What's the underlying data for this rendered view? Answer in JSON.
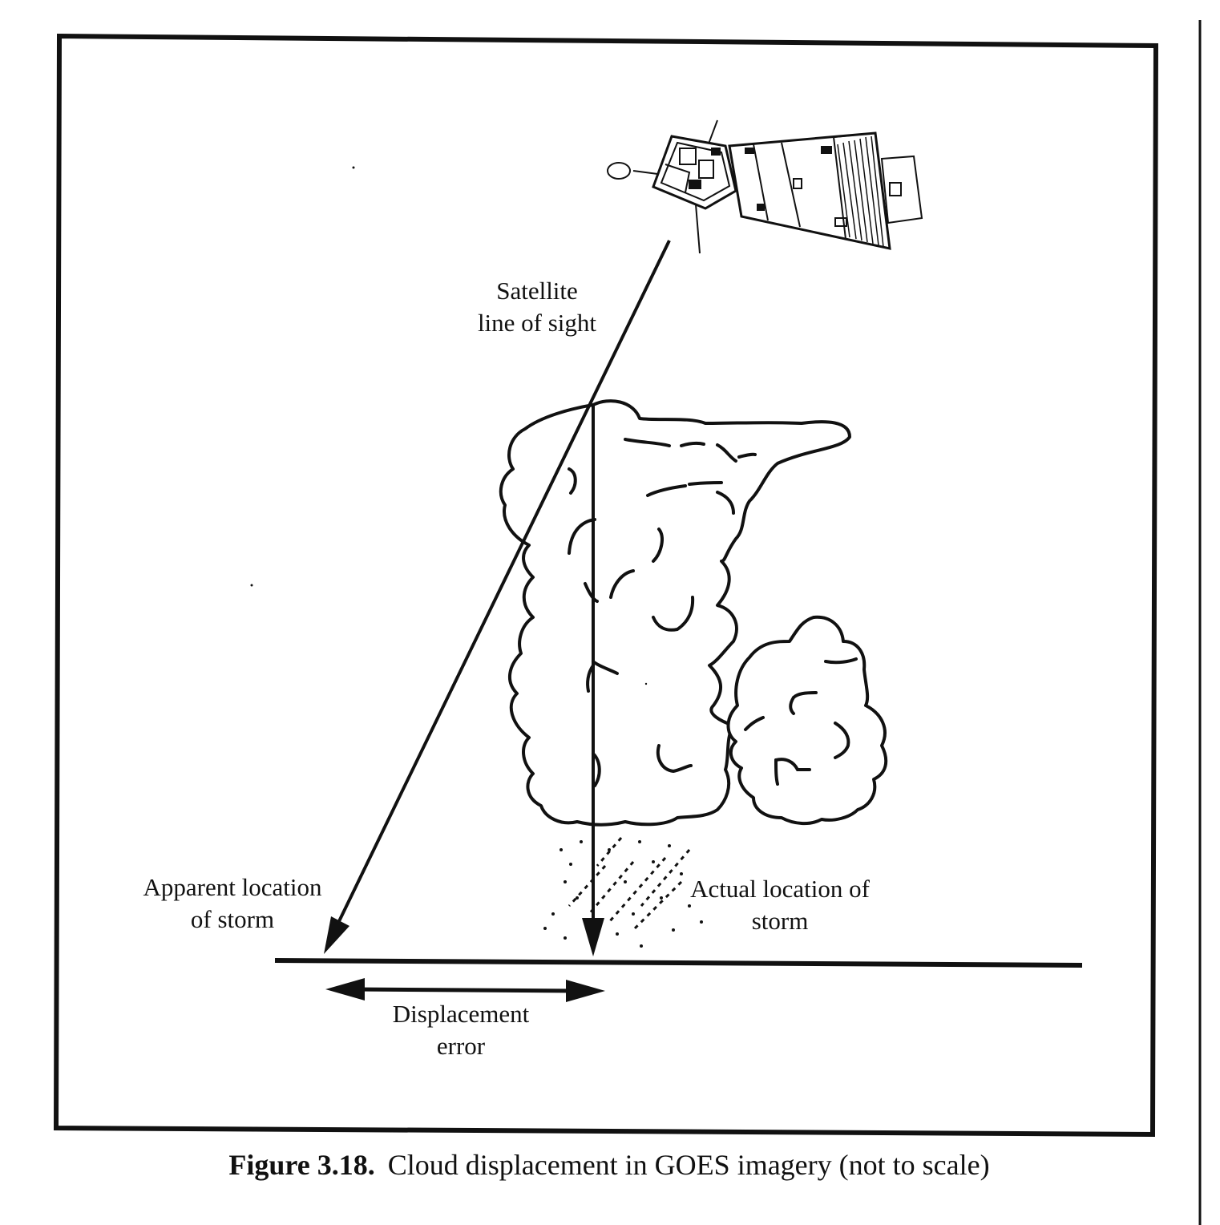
{
  "figure": {
    "satellite_label": [
      "Satellite",
      "line of sight"
    ],
    "apparent_label": [
      "Apparent location",
      "of storm"
    ],
    "actual_label": [
      "Actual location of",
      "storm"
    ],
    "displacement_label": [
      "Displacement",
      "error"
    ],
    "caption_label": "Figure 3.18.",
    "caption_text": "Cloud displacement in GOES imagery (not to scale)"
  },
  "colors": {
    "ink": "#111111",
    "paper": "#ffffff"
  },
  "icons": {
    "satellite": "satellite-icon",
    "storm_cloud": "storm-cloud-icon"
  }
}
